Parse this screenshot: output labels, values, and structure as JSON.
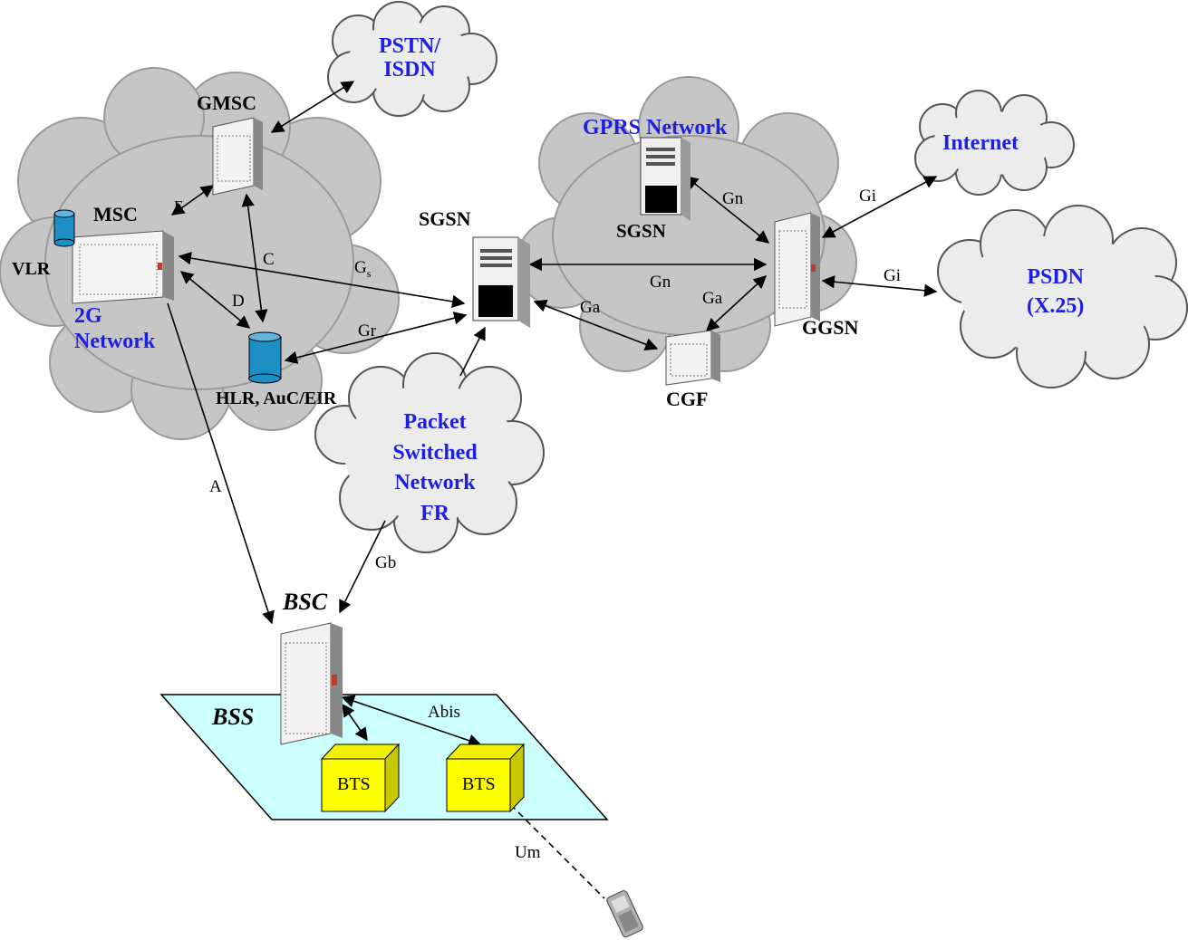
{
  "clouds": {
    "pstn": "PSTN/\nISDN",
    "gprs": "GPRS Network",
    "internet": "Internet",
    "psdn": "PSDN\n(X.25)",
    "packet": "Packet\nSwitched\nNetwork\nFR",
    "twog": "2G\nNetwork"
  },
  "nodes": {
    "gmsc": "GMSC",
    "msc": "MSC",
    "vlr": "VLR",
    "hlr": "HLR, AuC/EIR",
    "sgsn_main": "SGSN",
    "sgsn_gprs": "SGSN",
    "ggsn": "GGSN",
    "cgf": "CGF",
    "bsc": "BSC",
    "bss": "BSS",
    "bts1": "BTS",
    "bts2": "BTS"
  },
  "interfaces": {
    "e": "E",
    "c": "C",
    "d": "D",
    "gs_main": "G",
    "gs_sub": "s",
    "gr": "Gr",
    "gn_top": "Gn",
    "gn_mid": "Gn",
    "ga_left": "Ga",
    "ga_right": "Ga",
    "gi_top": "Gi",
    "gi_bottom": "Gi",
    "a": "A",
    "gb": "Gb",
    "abis": "Abis",
    "um": "Um"
  },
  "colors": {
    "cloud_fill": "#ececec",
    "cloud_stroke": "#555555",
    "bg_cloud": "#c6c6c6",
    "cloud_text": "#1e1ee6",
    "bss_fill": "#ccffff",
    "bts_fill": "#ffff00",
    "db_fill": "#1b8fc6"
  }
}
